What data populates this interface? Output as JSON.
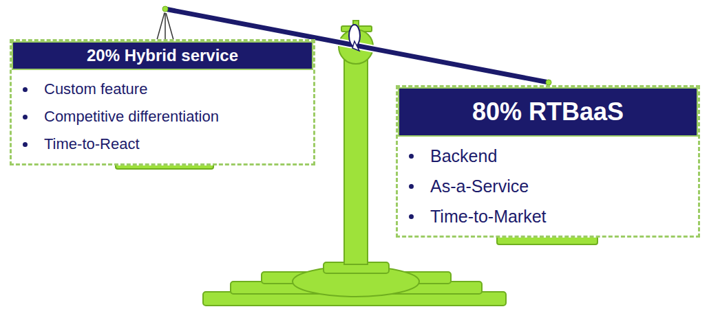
{
  "diagram": {
    "nodes": [
      {
        "text": [
          "20% Hybrid service",
          "Custom feature",
          "Competitive differentiation",
          "Time-to-React"
        ]
      },
      {
        "text": [
          "80% RTBaaS",
          "Backend",
          "As-a-Service",
          "Time-to-Market"
        ]
      }
    ]
  }
}
